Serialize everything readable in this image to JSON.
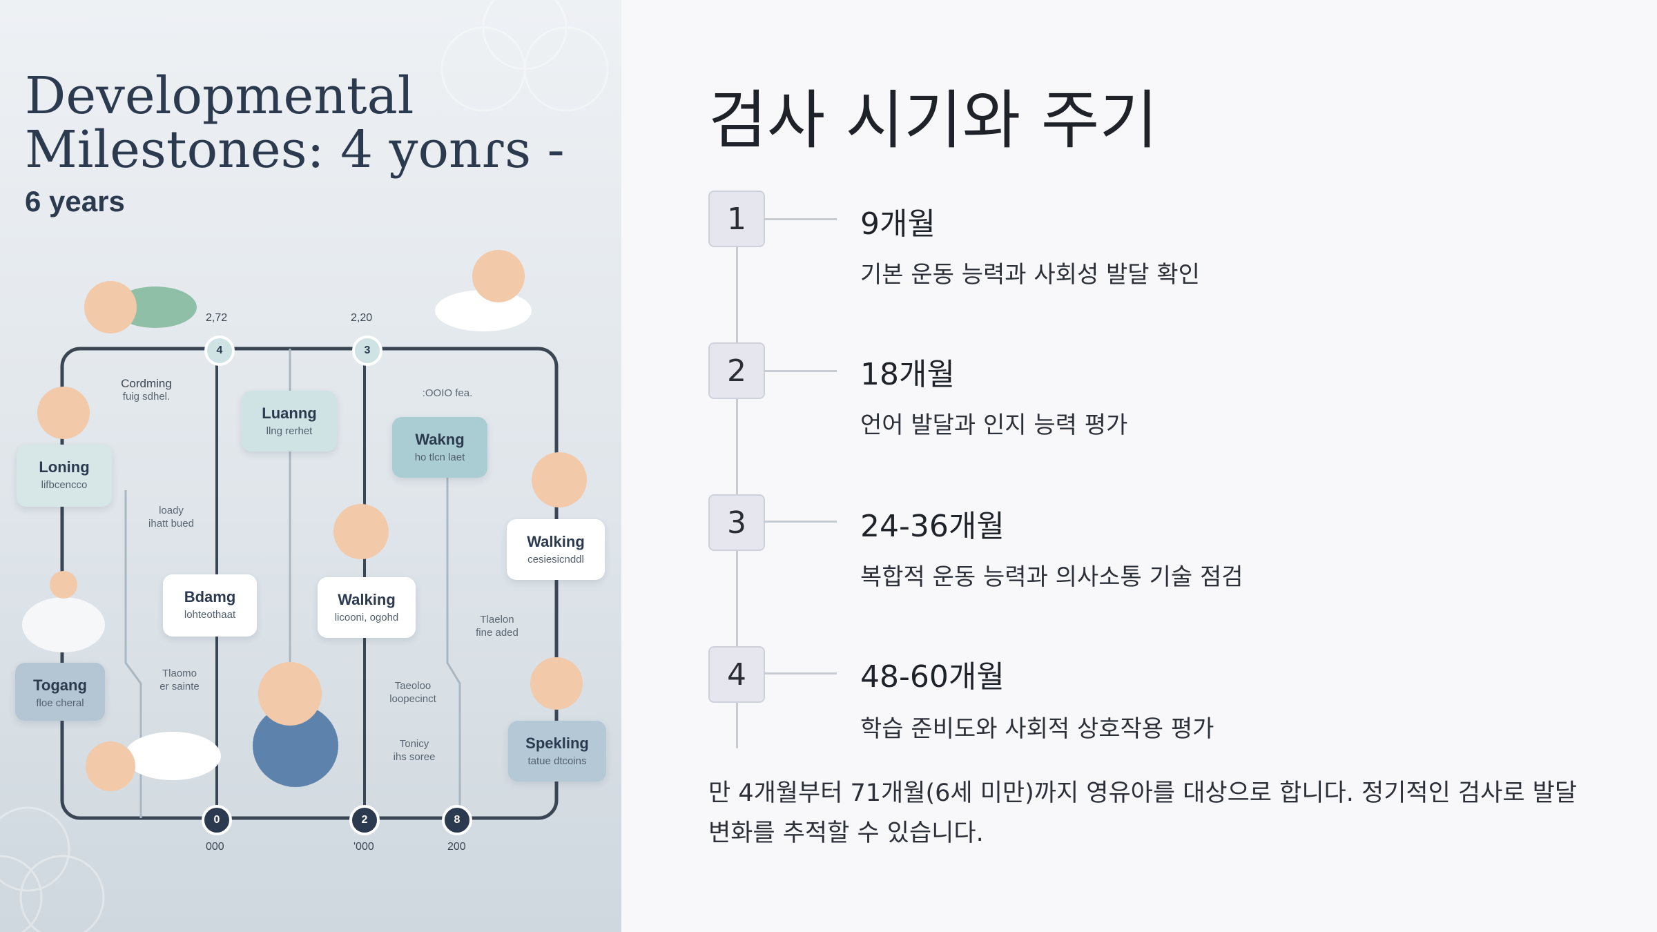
{
  "illustration": {
    "title": "Developmental Milestones: 4 yonɾs -",
    "subtitle": "6 years",
    "top_labels": [
      "2,72",
      "2,20"
    ],
    "top_nodes": [
      "4",
      "3"
    ],
    "bottom_nodes": [
      "0",
      "2",
      "8"
    ],
    "bottom_labels": [
      "000",
      "'000",
      "200"
    ],
    "cards": [
      {
        "title": "Loning",
        "sub": "lifbcencco"
      },
      {
        "title": "Luanng",
        "sub": "llng rerhet"
      },
      {
        "title": "Wakng",
        "sub": "ho tlcn laet"
      },
      {
        "title": "Walking",
        "sub": "cesiesicnddl"
      },
      {
        "title": "Bdamg",
        "sub": "lohteothaat"
      },
      {
        "title": "Walking",
        "sub": "licooni, ogohd"
      },
      {
        "title": "Togang",
        "sub": "floe cheral"
      },
      {
        "title": "Spekling",
        "sub": "tatue dtcoins"
      }
    ],
    "notes": [
      {
        "l1": "Cordming",
        "l2": "fuig sdhel."
      },
      {
        "l1": ":OOIO",
        "l2": "fea."
      },
      {
        "l1": "loady",
        "l2": "ihatt bued"
      },
      {
        "l1": "Tlaelon",
        "l2": "fine aded"
      },
      {
        "l1": "Tlaomo",
        "l2": "er sainte"
      },
      {
        "l1": "Taeoloo",
        "l2": "loopecinct"
      },
      {
        "l1": "Tonicy",
        "l2": "ihs soree"
      }
    ]
  },
  "content": {
    "heading": "검사 시기와 주기",
    "steps": [
      {
        "num": "1",
        "title": "9개월",
        "desc": "기본 운동 능력과 사회성 발달 확인"
      },
      {
        "num": "2",
        "title": "18개월",
        "desc": "언어 발달과 인지 능력 평가"
      },
      {
        "num": "3",
        "title": "24-36개월",
        "desc": "복합적 운동 능력과 의사소통 기술 점검"
      },
      {
        "num": "4",
        "title": "48-60개월",
        "desc": "학습 준비도와 사회적 상호작용 평가"
      }
    ],
    "footer": "만 4개월부터 71개월(6세 미만)까지 영유아를 대상으로 합니다. 정기적인 검사로 발달 변화를 추적할 수 있습니다."
  },
  "colors": {
    "accent_teal": "#c8dfe0",
    "line": "#c9cbd3",
    "box": "#e6e7ee",
    "timeline_dark": "#3a4654"
  }
}
